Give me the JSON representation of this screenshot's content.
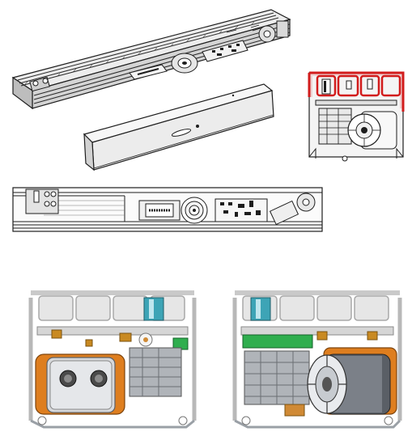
{
  "figures": [
    {
      "name": "operator-isometric-view"
    },
    {
      "name": "cover-panel"
    },
    {
      "name": "section-view-red-outline"
    },
    {
      "name": "operator-top-view"
    },
    {
      "name": "section-view-left-gearbox"
    },
    {
      "name": "section-view-right-motor"
    }
  ],
  "colors": {
    "outline": "#1e1e1e",
    "profile": "#c9c9c9",
    "highlight_red": "#d21c1c",
    "brass": "#c98a22",
    "orange": "#de7e1f",
    "green": "#2fae4e",
    "teal": "#3da4b6",
    "steel": "#9aa0a6"
  }
}
